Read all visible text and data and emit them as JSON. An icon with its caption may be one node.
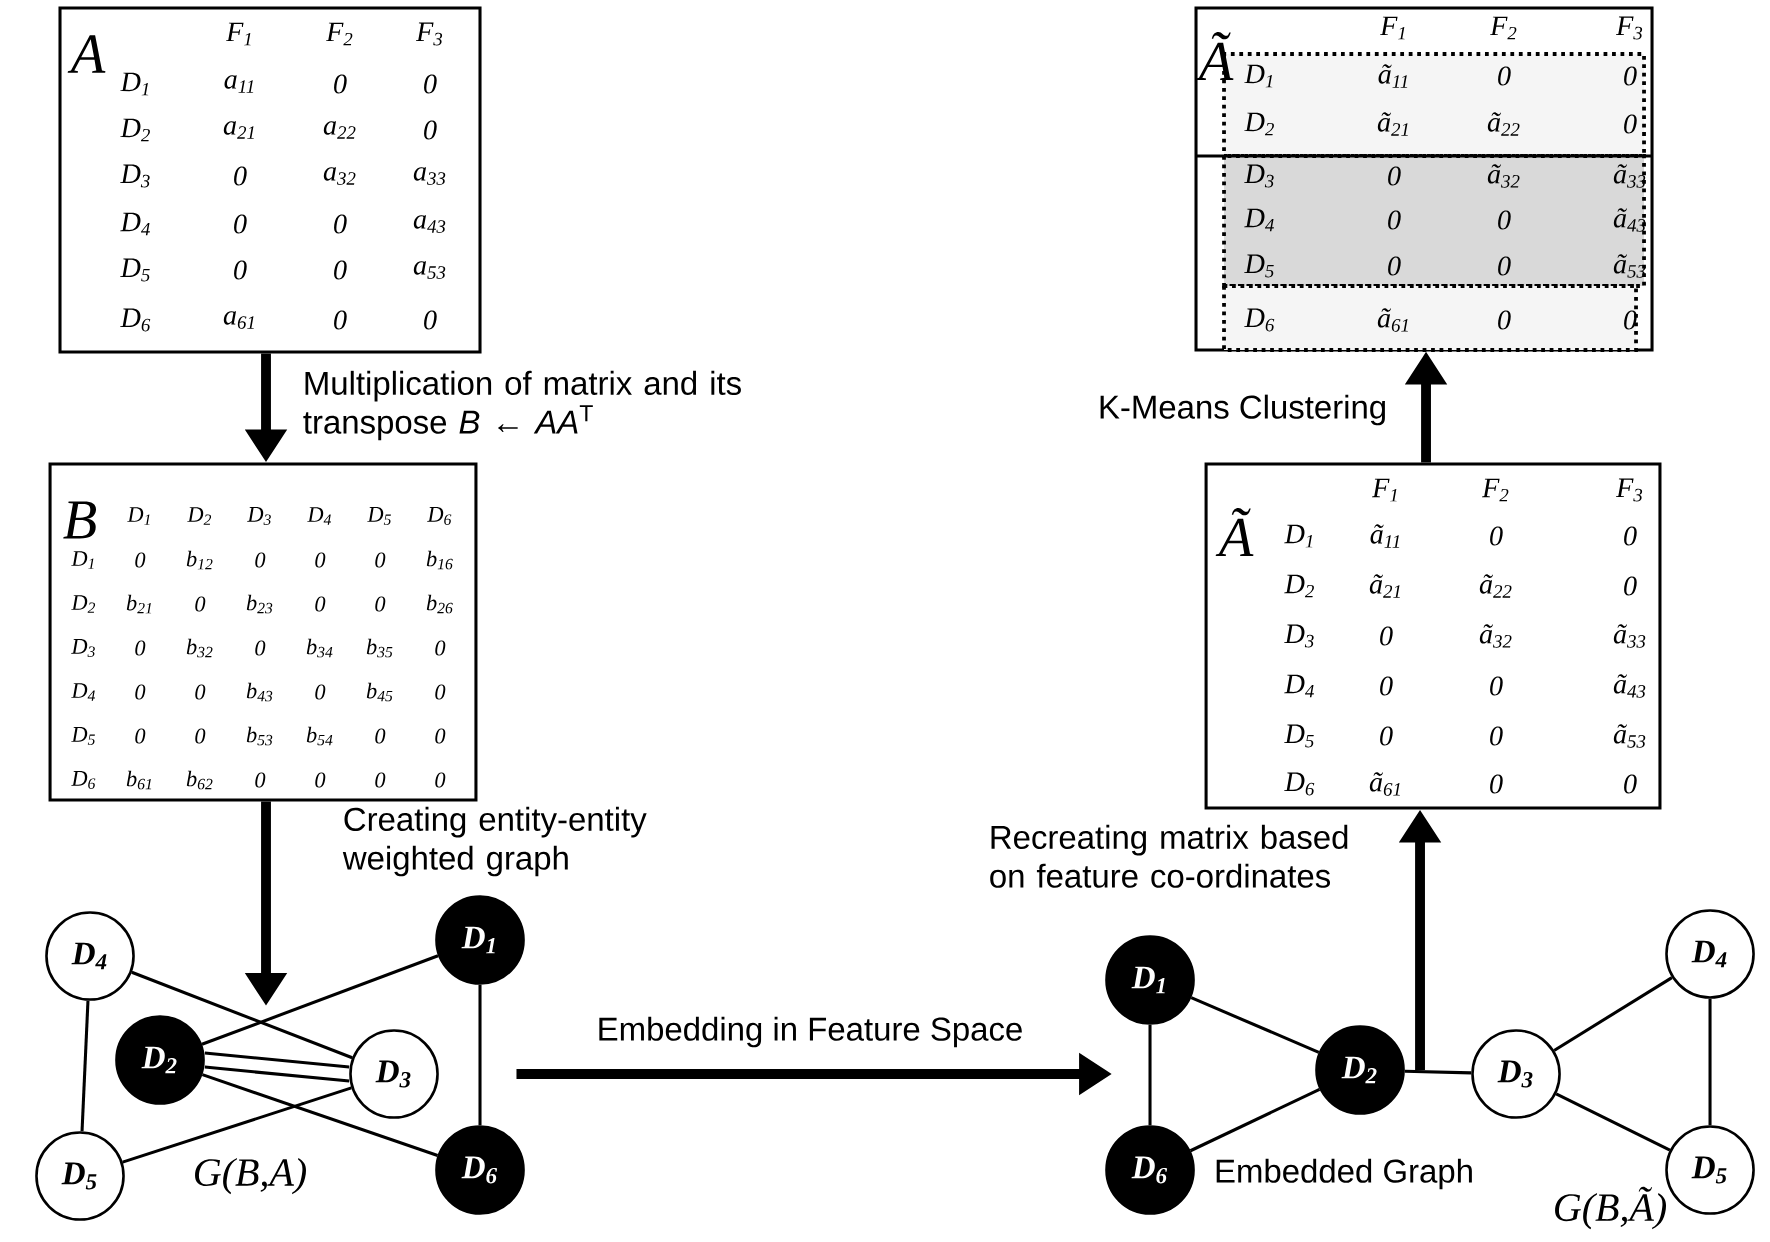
{
  "diagram": {
    "nodes": [
      {
        "text": [
          "A",
          "F$_{1}$",
          "F$_{2}$",
          "F$_{3}$",
          "D$_{1}$",
          "a$_{11}$",
          "0",
          "0",
          "D$_{2}$",
          "a$_{21}$",
          "a$_{22}$",
          "0",
          "D$_{3}$",
          "0",
          "a$_{32}$",
          "a$_{33}$",
          "D$_{4}$",
          "0",
          "0",
          "a$_{43}$",
          "D$_{5}$",
          "0",
          "0",
          "a$_{53}$",
          "D$_{6}$",
          "a$_{61}$",
          "0",
          "0"
        ]
      },
      {
        "text": [
          "B",
          "D$_{1}$",
          "D$_{2}$",
          "D$_{3}$",
          "D$_{4}$",
          "D$_{5}$",
          "D$_{6}$",
          "D$_{1}$",
          "0",
          "b$_{12}$",
          "0",
          "0",
          "0",
          "b$_{16}$",
          "D$_{2}$",
          "b$_{21}$",
          "0",
          "b$_{23}$",
          "0",
          "0",
          "b$_{26}$",
          "D$_{3}$",
          "0",
          "b$_{32}$",
          "0",
          "b$_{34}$",
          "b$_{35}$",
          "0",
          "D$_{4}$",
          "0",
          "0",
          "b$_{43}$",
          "0",
          "b$_{45}$",
          "0",
          "D$_{5}$",
          "0",
          "0",
          "b$_{53}$",
          "b$_{54}$",
          "0",
          "0",
          "D$_{6}$",
          "b$_{61}$",
          "b$_{62}$",
          "0",
          "0",
          "0",
          "0"
        ]
      },
      {
        "text": [
          "Ã",
          "F$_{1}$",
          "F$_{2}$",
          "F$_{3}$",
          "D$_{1}$",
          "ã$_{11}$",
          "0",
          "0",
          "D$_{2}$",
          "ã$_{21}$",
          "ã$_{22}$",
          "0",
          "D$_{3}$",
          "0",
          "ã$_{32}$",
          "ã$_{33}$",
          "D$_{4}$",
          "0",
          "0",
          "ã$_{43}$",
          "D$_{5}$",
          "0",
          "0",
          "ã$_{53}$",
          "D$_{6}$",
          "ã$_{61}$",
          "0",
          "0"
        ]
      },
      {
        "text": [
          "Ã",
          "F$_{1}$",
          "F$_{2}$",
          "F$_{3}$",
          "D$_{1}$",
          "ã$_{11}$",
          "0",
          "0",
          "D$_{2}$",
          "ã$_{21}$",
          "ã$_{22}$",
          "0",
          "D$_{3}$",
          "0",
          "ã$_{32}$",
          "ã$_{33}$",
          "D$_{4}$",
          "0",
          "0",
          "ã$_{43}$",
          "D$_{5}$",
          "0",
          "0",
          "ã$_{53}$",
          "D$_{6}$",
          "ã$_{61}$",
          "0",
          "0"
        ]
      },
      {
        "text": [
          "D$_{4}$"
        ]
      },
      {
        "text": [
          "D$_{1}$"
        ]
      },
      {
        "text": [
          "D$_{2}$"
        ]
      },
      {
        "text": [
          "D$_{3}$"
        ]
      },
      {
        "text": [
          "D$_{5}$"
        ]
      },
      {
        "text": [
          "D$_{6}$"
        ]
      },
      {
        "text": [
          "D$_{1}$"
        ]
      },
      {
        "text": [
          "D$_{2}$"
        ]
      },
      {
        "text": [
          "D$_{6}$"
        ]
      },
      {
        "text": [
          "D$_{3}$"
        ]
      },
      {
        "text": [
          "D$_{4}$"
        ]
      },
      {
        "text": [
          "D$_{5}$"
        ]
      }
    ],
    "edges": [
      {
        "from": 0,
        "to": 1,
        "arrow": "to",
        "style": "thick",
        "label": "Multiplication of matrix and its transpose *B* ← *AA*$^{T}$"
      },
      {
        "from": 1,
        "to": null,
        "arrow": "to",
        "style": "thick",
        "label": "Creating entity-entity weighted graph"
      },
      {
        "from": 7,
        "to": null,
        "arrow": "to",
        "style": "thick",
        "label": "Embedding in Feature Space"
      },
      {
        "from": 11,
        "to": 2,
        "arrow": "to",
        "style": "thick",
        "label": "Recreating matrix based on feature co-ordinates"
      },
      {
        "from": 2,
        "to": 3,
        "arrow": "to",
        "style": "thick",
        "label": "K-Means Clustering"
      },
      {
        "from": 4,
        "to": 7,
        "arrow": "none"
      },
      {
        "from": 4,
        "to": 8,
        "arrow": "none"
      },
      {
        "from": 5,
        "to": 6,
        "arrow": "none"
      },
      {
        "from": 5,
        "to": 9,
        "arrow": "none"
      },
      {
        "from": 6,
        "to": 7,
        "arrow": "none"
      },
      {
        "from": 6,
        "to": 7,
        "arrow": "none"
      },
      {
        "from": 6,
        "to": 9,
        "arrow": "none"
      },
      {
        "from": 7,
        "to": 8,
        "arrow": "none"
      },
      {
        "from": 10,
        "to": 11,
        "arrow": "none"
      },
      {
        "from": 10,
        "to": 12,
        "arrow": "none"
      },
      {
        "from": 11,
        "to": 12,
        "arrow": "none"
      },
      {
        "from": 11,
        "to": 13,
        "arrow": "none"
      },
      {
        "from": 13,
        "to": 14,
        "arrow": "none"
      },
      {
        "from": 13,
        "to": 15,
        "arrow": "none"
      },
      {
        "from": 14,
        "to": 15,
        "arrow": "none"
      }
    ],
    "labels": [
      "G(B,A)",
      "Embedded Graph",
      "G(B,Ã)"
    ]
  }
}
